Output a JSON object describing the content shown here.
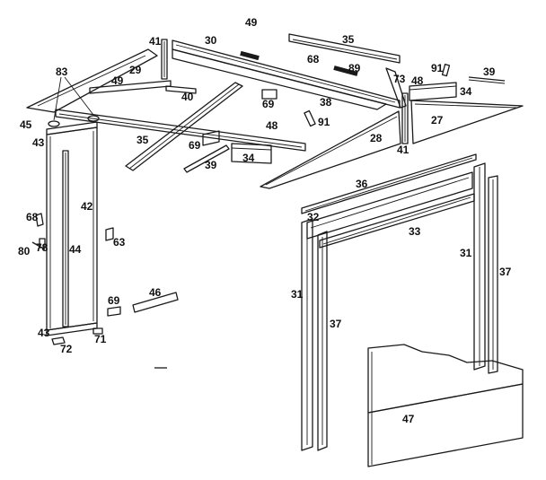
{
  "callouts": {
    "c49_top": "49",
    "c41_top": "41",
    "c30": "30",
    "c35_top": "35",
    "c83": "83",
    "c29": "29",
    "c68_top": "68",
    "c89": "89",
    "c73": "73",
    "c91_right": "91",
    "c39_right": "39",
    "c49_left": "49",
    "c40": "40",
    "c48_right": "48",
    "c34_right": "34",
    "c69_top": "69",
    "c38": "38",
    "c27": "27",
    "c45": "45",
    "c91_mid": "91",
    "c48_mid": "48",
    "c43_top": "43",
    "c35_left": "35",
    "c69_mid": "69",
    "c28": "28",
    "c41_mid": "41",
    "c39_mid": "39",
    "c34_mid": "34",
    "c42": "42",
    "c36": "36",
    "c68_left": "68",
    "c32": "32",
    "c33": "33",
    "c80": "80",
    "c78": "78",
    "c44": "44",
    "c63": "63",
    "c31_right": "31",
    "c37_right": "37",
    "c46": "46",
    "c31_left": "31",
    "c69_low": "69",
    "c37_left": "37",
    "c43_low": "43",
    "c71": "71",
    "c72": "72",
    "c47": "47"
  }
}
